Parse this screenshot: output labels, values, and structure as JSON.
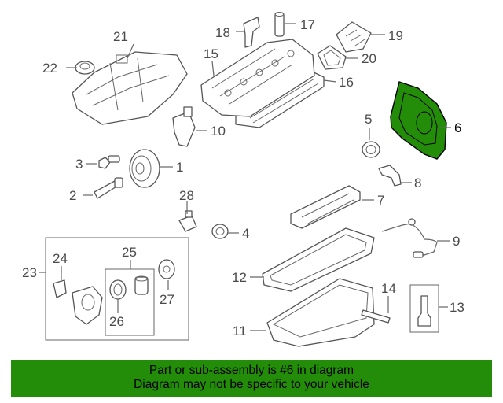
{
  "callouts": [
    "1",
    "2",
    "3",
    "4",
    "5",
    "6",
    "7",
    "8",
    "9",
    "10",
    "11",
    "12",
    "13",
    "14",
    "15",
    "16",
    "17",
    "18",
    "19",
    "20",
    "21",
    "22",
    "23",
    "24",
    "25",
    "26",
    "27",
    "28"
  ],
  "highlight_callout": "6",
  "highlight_color": "#238c08",
  "banner": {
    "line1": "Part or sub-assembly is #6 in diagram",
    "line2": "Diagram may not be specific to your vehicle",
    "background": "#238c08"
  }
}
